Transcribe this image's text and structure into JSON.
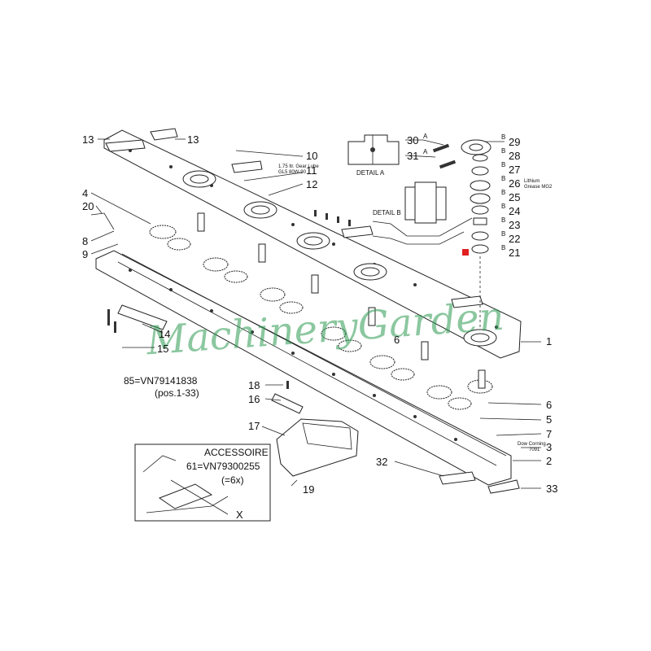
{
  "callouts": {
    "n1": "1",
    "n2": "2",
    "n3": "3",
    "n4": "4",
    "n5": "5",
    "n6a": "6",
    "n6b": "6",
    "n7": "7",
    "n8": "8",
    "n9": "9",
    "n10": "10",
    "n11": "11",
    "n12": "12",
    "n13a": "13",
    "n13b": "13",
    "n14": "14",
    "n15": "15",
    "n16": "16",
    "n17": "17",
    "n18": "18",
    "n19": "19",
    "n20": "20",
    "n21": "21",
    "n22": "22",
    "n23": "23",
    "n24": "24",
    "n25": "25",
    "n26": "26",
    "n27": "27",
    "n28": "28",
    "n29": "29",
    "n30": "30",
    "n31": "31",
    "n32": "32",
    "n33": "33",
    "nX": "X"
  },
  "markers": {
    "A1": "A",
    "A2": "A",
    "B29": "B",
    "B28": "B",
    "B27": "B",
    "B26": "B",
    "B25": "B",
    "B24": "B",
    "B23": "B",
    "B22": "B",
    "B21": "B"
  },
  "notes": {
    "gear_lube_1": "1.75 ltr. Gear Lube",
    "gear_lube_2": "GL5 80W-90",
    "lithium_1": "Lithium",
    "lithium_2": "Grease MG2",
    "dow_1": "Dow Corning",
    "dow_2": "7091",
    "detail_a": "DETAIL A",
    "detail_b": "DETAIL B",
    "kit_line1": "85=VN79141838",
    "kit_line2": "(pos.1-33)",
    "acc_title": "ACCESSOIRE",
    "acc_line1": "61=VN79300255",
    "acc_line2": "(=6x)"
  },
  "watermark": "MachineryGarden",
  "colors": {
    "watermark": "#2e9a52",
    "marker": "#e02020",
    "ink": "#222222"
  }
}
